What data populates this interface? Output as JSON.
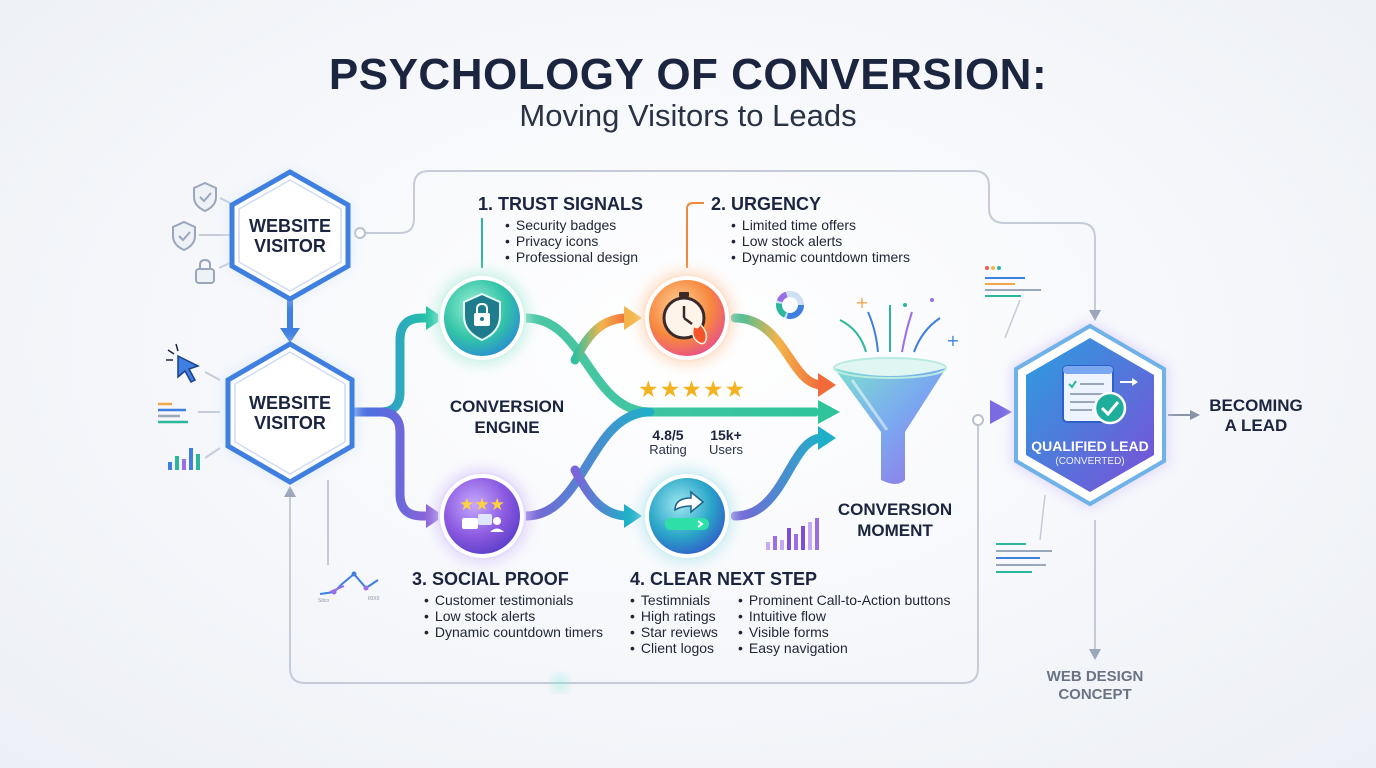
{
  "title": "PSYCHOLOGY OF CONVERSION:",
  "subtitle": "Moving Visitors to Leads",
  "visitor_top": {
    "line1": "WEBSITE",
    "line2": "VISITOR"
  },
  "visitor_main": {
    "line1": "WEBSITE",
    "line2": "VISITOR"
  },
  "trust": {
    "heading": "1.  TRUST SIGNALS",
    "items": [
      "Security badges",
      "Privacy icons",
      "Professional design"
    ]
  },
  "urgency": {
    "heading": "2.  URGENCY",
    "items": [
      "Limited time offers",
      "Low stock alerts",
      "Dynamic countdown timers"
    ]
  },
  "social": {
    "heading": "3. SOCIAL PROOF",
    "items": [
      "Customer testimonials",
      "Low stock alerts",
      "Dynamic countdown timers"
    ]
  },
  "next_step": {
    "heading": "4. CLEAR NEXT STEP",
    "items_left": [
      "Testimnials",
      "High ratings",
      "Star reviews",
      "Client logos"
    ],
    "items_right": [
      "Prominent Call-to-Action buttons",
      "Intuitive flow",
      "Visible forms",
      "Easy navigation"
    ]
  },
  "engine": {
    "line1": "CONVERSION",
    "line2": "ENGINE"
  },
  "rating": {
    "stars": "★★★★★",
    "value": "4.8/5",
    "value_label": "Rating",
    "users": "15k+",
    "users_label": "Users"
  },
  "moment": {
    "line1": "CONVERSION",
    "line2": "MOMENT"
  },
  "lead": {
    "label": "QUALIFIED LEAD",
    "sub": "(CONVERTED)"
  },
  "becoming": {
    "line1": "BECOMING",
    "line2": "A LEAD"
  },
  "concept": {
    "line1": "WEB DESIGN",
    "line2": "CONCEPT"
  },
  "mini_chart": {
    "left": "Sitco",
    "right": "Il0X0"
  },
  "icons": {
    "shield_check": "shield-check-icon",
    "lock": "lock-icon",
    "cursor": "cursor-icon",
    "text_lines": "text-lines-icon",
    "bar_chart": "bar-chart-icon",
    "shield_lock": "shield-lock-icon",
    "stopwatch_fire": "stopwatch-fire-icon",
    "reviews": "reviews-icon",
    "cta_arrow": "cta-arrow-icon",
    "funnel": "funnel-icon",
    "form_check": "form-check-icon",
    "donut": "donut-icon"
  },
  "colors": {
    "trust": "#1fae9c",
    "urgency": "#f47a3a",
    "social": "#7b4fd6",
    "next_step": "#1aa3b8",
    "lead": "#5b4fe0",
    "visitor": "#4a8ae0"
  }
}
